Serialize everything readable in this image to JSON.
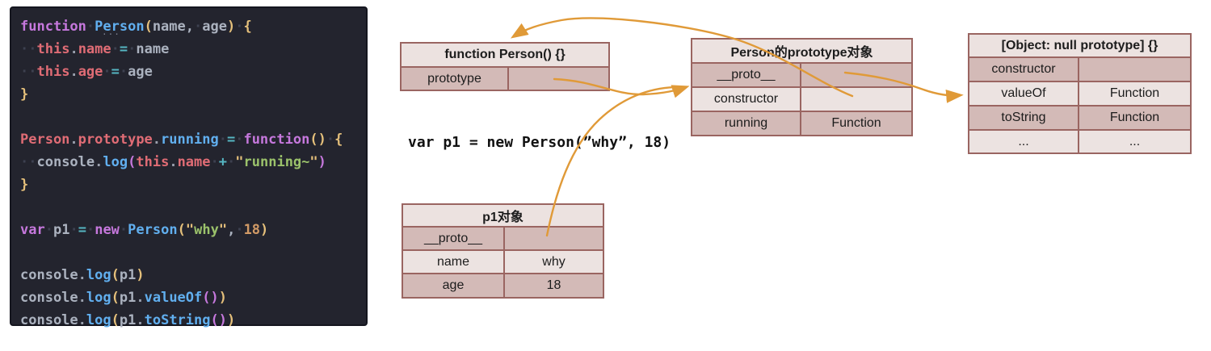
{
  "code_editor": {
    "hint_dots": "···",
    "lines": [
      [
        [
          "kw",
          "function"
        ],
        [
          "ws",
          "·"
        ],
        [
          "fn",
          "Person"
        ],
        [
          "b1",
          "("
        ],
        [
          "pl",
          "name,"
        ],
        [
          "ws",
          "·"
        ],
        [
          "pl",
          "age"
        ],
        [
          "b1",
          ")"
        ],
        [
          "ws",
          "·"
        ],
        [
          "b1",
          "{"
        ]
      ],
      [
        [
          "ws",
          "··"
        ],
        [
          "prop",
          "this"
        ],
        [
          "dot",
          "."
        ],
        [
          "prop",
          "name"
        ],
        [
          "ws",
          "·"
        ],
        [
          "op",
          "="
        ],
        [
          "ws",
          "·"
        ],
        [
          "pl",
          "name"
        ]
      ],
      [
        [
          "ws",
          "··"
        ],
        [
          "prop",
          "this"
        ],
        [
          "dot",
          "."
        ],
        [
          "prop",
          "age"
        ],
        [
          "ws",
          "·"
        ],
        [
          "op",
          "="
        ],
        [
          "ws",
          "·"
        ],
        [
          "pl",
          "age"
        ]
      ],
      [
        [
          "b1",
          "}"
        ]
      ],
      [],
      [
        [
          "prop",
          "Person"
        ],
        [
          "dot",
          "."
        ],
        [
          "prop",
          "prototype"
        ],
        [
          "dot",
          "."
        ],
        [
          "fn",
          "running"
        ],
        [
          "ws",
          "·"
        ],
        [
          "op",
          "="
        ],
        [
          "ws",
          "·"
        ],
        [
          "kw",
          "function"
        ],
        [
          "b1",
          "()"
        ],
        [
          "ws",
          "·"
        ],
        [
          "b1",
          "{"
        ]
      ],
      [
        [
          "ws",
          "··"
        ],
        [
          "pl",
          "console"
        ],
        [
          "dot",
          "."
        ],
        [
          "fn",
          "log"
        ],
        [
          "b2",
          "("
        ],
        [
          "prop",
          "this"
        ],
        [
          "dot",
          "."
        ],
        [
          "prop",
          "name"
        ],
        [
          "ws",
          "·"
        ],
        [
          "op",
          "+"
        ],
        [
          "ws",
          "·"
        ],
        [
          "str1",
          "\""
        ],
        [
          "str",
          "running~"
        ],
        [
          "str1",
          "\""
        ],
        [
          "b2",
          ")"
        ]
      ],
      [
        [
          "b1",
          "}"
        ]
      ],
      [],
      [
        [
          "kw",
          "var"
        ],
        [
          "ws",
          "·"
        ],
        [
          "pl",
          "p1"
        ],
        [
          "ws",
          "·"
        ],
        [
          "op",
          "="
        ],
        [
          "ws",
          "·"
        ],
        [
          "kw",
          "new"
        ],
        [
          "ws",
          "·"
        ],
        [
          "fn",
          "Person"
        ],
        [
          "b1",
          "("
        ],
        [
          "str1",
          "\""
        ],
        [
          "str",
          "why"
        ],
        [
          "str1",
          "\""
        ],
        [
          "pl",
          ","
        ],
        [
          "ws",
          "·"
        ],
        [
          "num",
          "18"
        ],
        [
          "b1",
          ")"
        ]
      ],
      [],
      [
        [
          "pl",
          "console"
        ],
        [
          "dot",
          "."
        ],
        [
          "fn",
          "log"
        ],
        [
          "b1",
          "("
        ],
        [
          "pl",
          "p1"
        ],
        [
          "b1",
          ")"
        ]
      ],
      [
        [
          "pl",
          "console"
        ],
        [
          "dot",
          "."
        ],
        [
          "fn",
          "log"
        ],
        [
          "b1",
          "("
        ],
        [
          "pl",
          "p1"
        ],
        [
          "dot",
          "."
        ],
        [
          "fn",
          "valueOf"
        ],
        [
          "b2",
          "()"
        ],
        [
          "b1",
          ")"
        ]
      ],
      [
        [
          "pl",
          "console"
        ],
        [
          "dot",
          "."
        ],
        [
          "fn",
          "log"
        ],
        [
          "b1",
          "("
        ],
        [
          "pl",
          "p1"
        ],
        [
          "dot",
          "."
        ],
        [
          "fn",
          "toString"
        ],
        [
          "b2",
          "()"
        ],
        [
          "b1",
          ")"
        ]
      ]
    ]
  },
  "diagram": {
    "instance_code": "var p1 = new Person(”why”, 18)",
    "arrow_color": "#e09a38"
  },
  "tables": {
    "func": {
      "title": "function Person() {}",
      "rows": [
        {
          "key": "prototype",
          "value": ""
        }
      ]
    },
    "proto": {
      "title": "Person的prototype对象",
      "rows": [
        {
          "key": "__proto__",
          "value": ""
        },
        {
          "key": "constructor",
          "value": ""
        },
        {
          "key": "running",
          "value": "Function"
        }
      ]
    },
    "objproto": {
      "title": "[Object: null prototype] {}",
      "rows": [
        {
          "key": "constructor",
          "value": ""
        },
        {
          "key": "valueOf",
          "value": "Function"
        },
        {
          "key": "toString",
          "value": "Function"
        },
        {
          "key": "...",
          "value": "..."
        }
      ]
    },
    "p1": {
      "title": "p1对象",
      "rows": [
        {
          "key": "__proto__",
          "value": ""
        },
        {
          "key": "name",
          "value": "why"
        },
        {
          "key": "age",
          "value": "18"
        }
      ]
    }
  }
}
